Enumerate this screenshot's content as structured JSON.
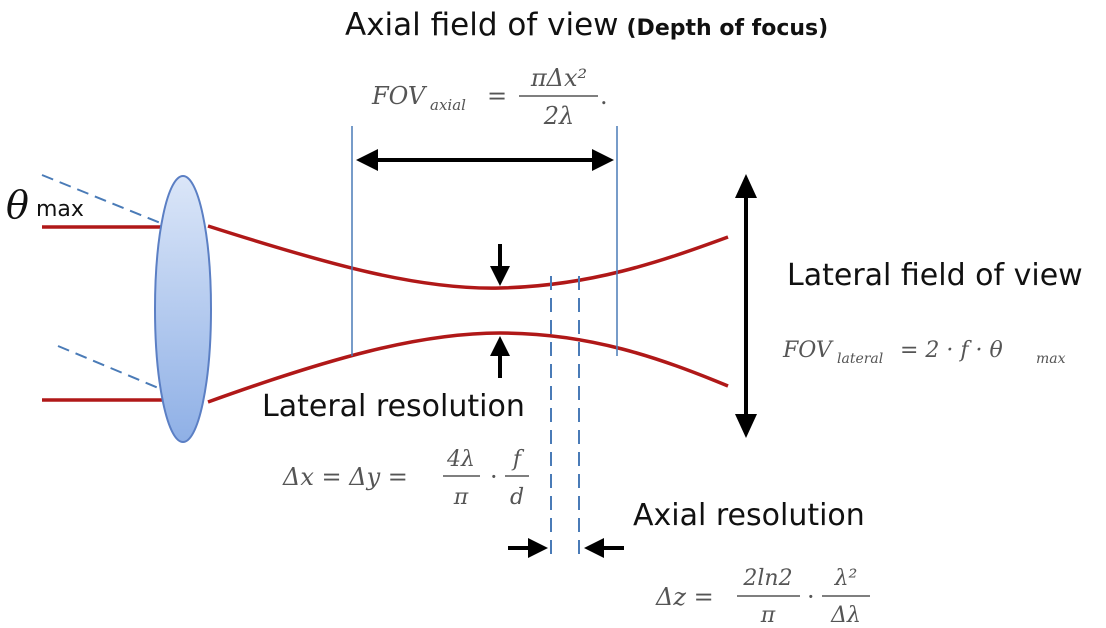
{
  "labels": {
    "axial_fov_title": "Axial field of view",
    "axial_fov_suffix": "(Depth of focus)",
    "lateral_fov": "Lateral field of view",
    "lateral_resolution": "Lateral resolution",
    "axial_resolution": "Axial resolution",
    "theta_symbol": "θ",
    "theta_subscript": "max"
  },
  "equations": {
    "fov_axial": {
      "lhs": "FOV",
      "lhs_sub": "axial",
      "equals": "=",
      "numerator": "πΔx²",
      "denominator": "2λ",
      "trail": "."
    },
    "fov_lateral": {
      "lhs": "FOV",
      "lhs_sub": "lateral",
      "rhs": "= 2 · f · θ",
      "rhs_sub": "max"
    },
    "lateral_res": {
      "lhs": "Δx = Δy =",
      "frac1_num": "4λ",
      "frac1_den": "π",
      "dot": "·",
      "frac2_num": "f",
      "frac2_den": "d"
    },
    "axial_res": {
      "lhs": "Δz =",
      "frac1_num": "2ln2",
      "frac1_den": "π",
      "dot": "·",
      "frac2_num": "λ²",
      "frac2_den": "Δλ"
    }
  },
  "colors": {
    "beam": "#b01818",
    "lens_fill_top": "#dbe6f8",
    "lens_fill_bottom": "#8fb0e6",
    "lens_stroke": "#5b7fc4",
    "marker_lines": "#4a7bb7",
    "arrows": "#000000",
    "title_text": "#111111",
    "equation_text": "#555555"
  },
  "icons": {
    "double_arrow": "double-arrow-icon",
    "down_arrow": "down-arrow-icon",
    "up_arrow": "up-arrow-icon",
    "right_arrow": "right-arrow-icon",
    "left_arrow": "left-arrow-icon"
  }
}
